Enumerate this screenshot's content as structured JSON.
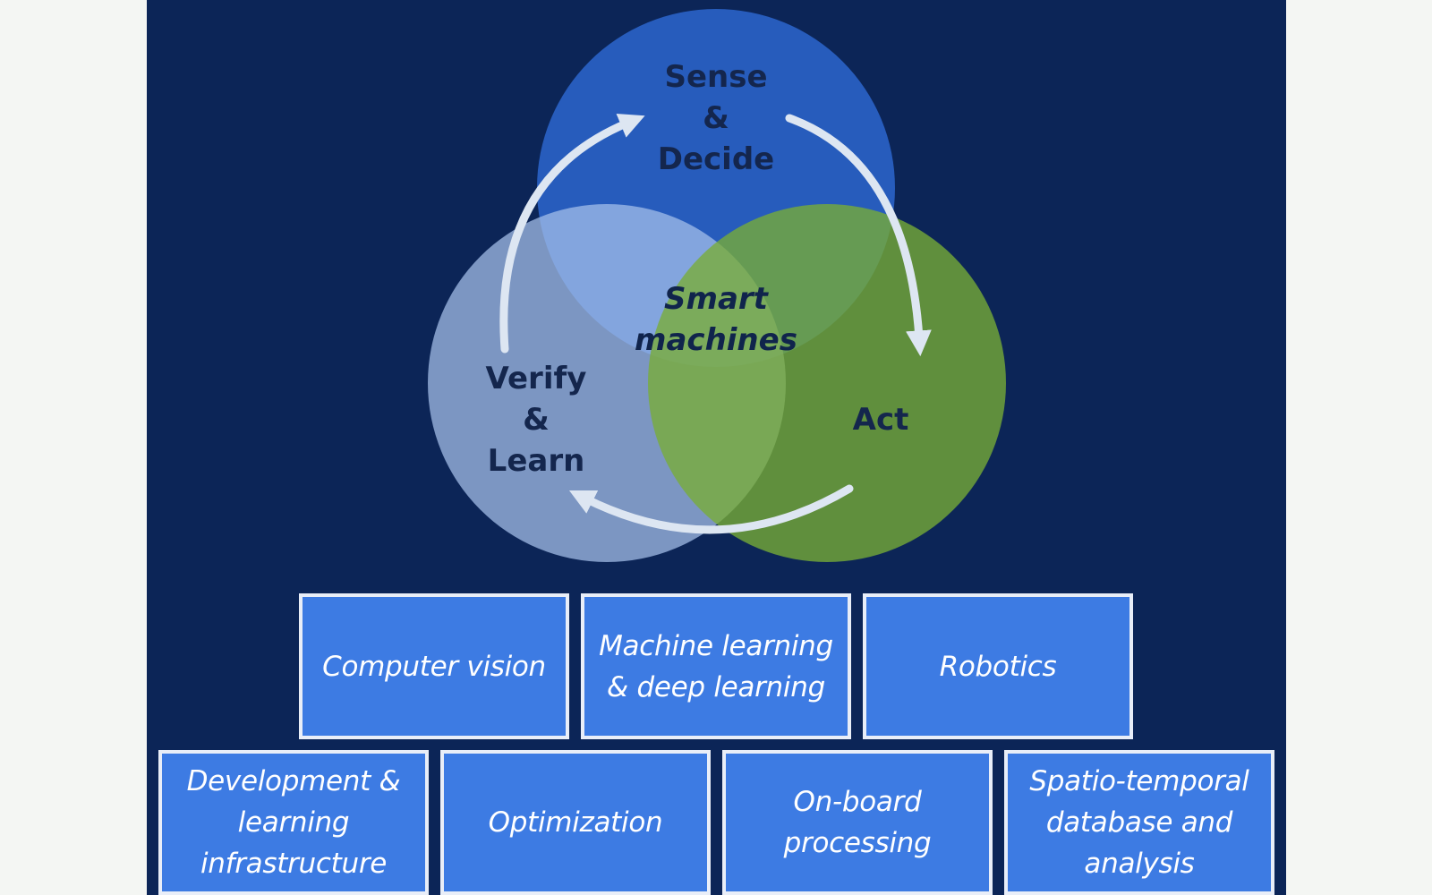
{
  "diagram": {
    "circles": {
      "sense": {
        "lines": [
          "Sense",
          "&",
          "Decide"
        ],
        "color": "#2a63c8"
      },
      "verify": {
        "lines": [
          "Verify",
          "&",
          "Learn"
        ],
        "color": "#8aa8d8"
      },
      "act": {
        "lines": [
          "Act"
        ],
        "color": "#6c9a32"
      }
    },
    "center": {
      "lines": [
        "Smart",
        "machines"
      ]
    },
    "arrow_color": "#dde6f2"
  },
  "boxes": {
    "top": [
      {
        "lines": [
          "Computer vision"
        ]
      },
      {
        "lines": [
          "Machine learning",
          "& deep learning"
        ]
      },
      {
        "lines": [
          "Robotics"
        ]
      }
    ],
    "bottom": [
      {
        "lines": [
          "Development &",
          "learning",
          "infrastructure"
        ]
      },
      {
        "lines": [
          "Optimization"
        ]
      },
      {
        "lines": [
          "On-board",
          "processing"
        ]
      },
      {
        "lines": [
          "Spatio-temporal",
          "database and",
          "analysis"
        ]
      }
    ],
    "fill": "#3d7be3",
    "border": "#e9eef8"
  }
}
